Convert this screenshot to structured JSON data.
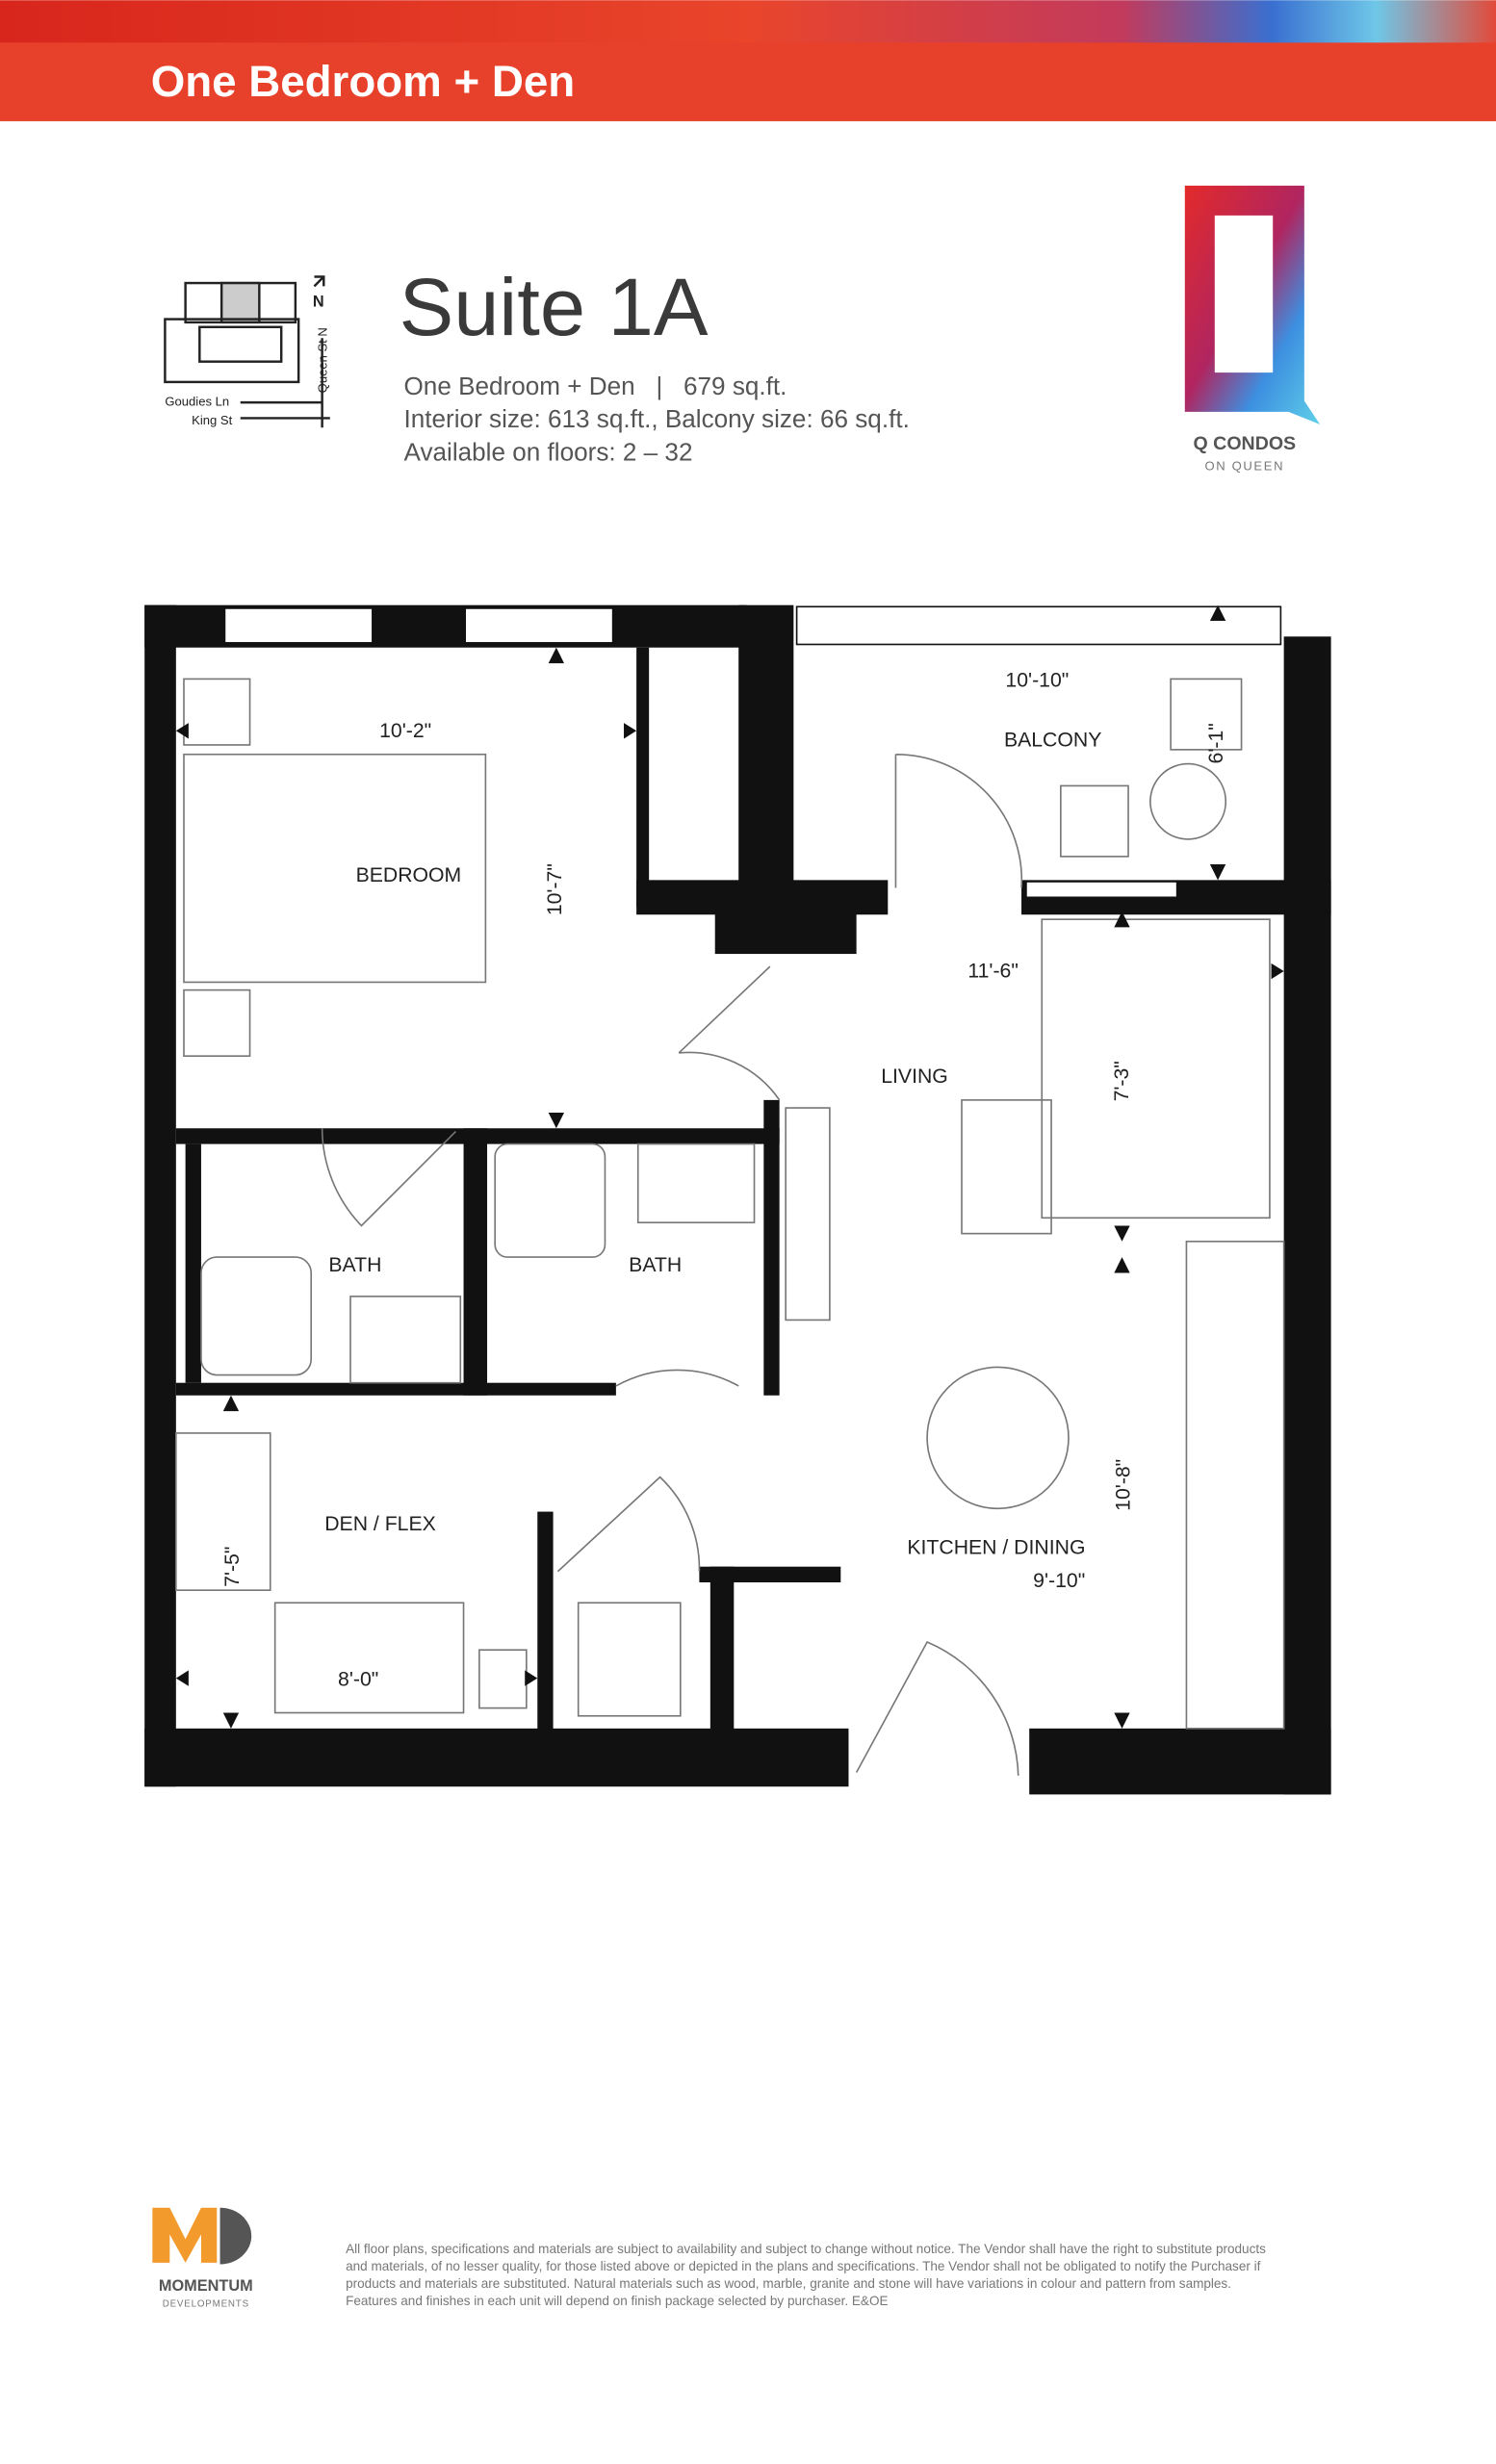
{
  "banner": {
    "title": "One Bedroom + Den",
    "color": "#e8412b"
  },
  "keyplan": {
    "north": "N",
    "street_east": "Queen St N",
    "street_1": "Goudies Ln",
    "street_2": "King St"
  },
  "suite": {
    "name": "Suite 1A",
    "line1": "One Bedroom + Den   |   679 sq.ft.",
    "line2": "Interior size: 613 sq.ft., Balcony size: 66 sq.ft.",
    "line3": "Available on floors: 2 – 32"
  },
  "brand": {
    "name": "Q CONDOS",
    "sub": "ON QUEEN"
  },
  "rooms": {
    "bedroom": {
      "label": "BEDROOM",
      "width": "10'-2\"",
      "depth": "10'-7\""
    },
    "balcony": {
      "label": "BALCONY",
      "width": "10'-10\"",
      "depth": "6'-1\""
    },
    "living": {
      "label": "LIVING",
      "width": "11'-6\"",
      "depth": "7'-3\""
    },
    "bath1": {
      "label": "BATH"
    },
    "bath2": {
      "label": "BATH"
    },
    "den": {
      "label": "DEN / FLEX",
      "width": "8'-0\"",
      "depth": "7'-5\""
    },
    "kitchen": {
      "label": "KITCHEN / DINING",
      "width": "9'-10\"",
      "depth": "10'-8\""
    }
  },
  "footer": {
    "developer": "MOMENTUM",
    "developer_sub": "DEVELOPMENTS",
    "disclaimer": [
      "All floor plans, specifications and materials are subject to availability and subject to change without notice.  The Vendor shall have the right to substitute products",
      "and materials, of no lesser quality, for those listed above or depicted in the plans and specifications. The Vendor shall not be obligated to notify the Purchaser if",
      "products and materials are substituted. Natural materials such as wood, marble, granite and stone will have variations in colour and pattern from samples.",
      "Features and finishes in each unit will depend on finish package selected by purchaser.  E&OE"
    ]
  }
}
